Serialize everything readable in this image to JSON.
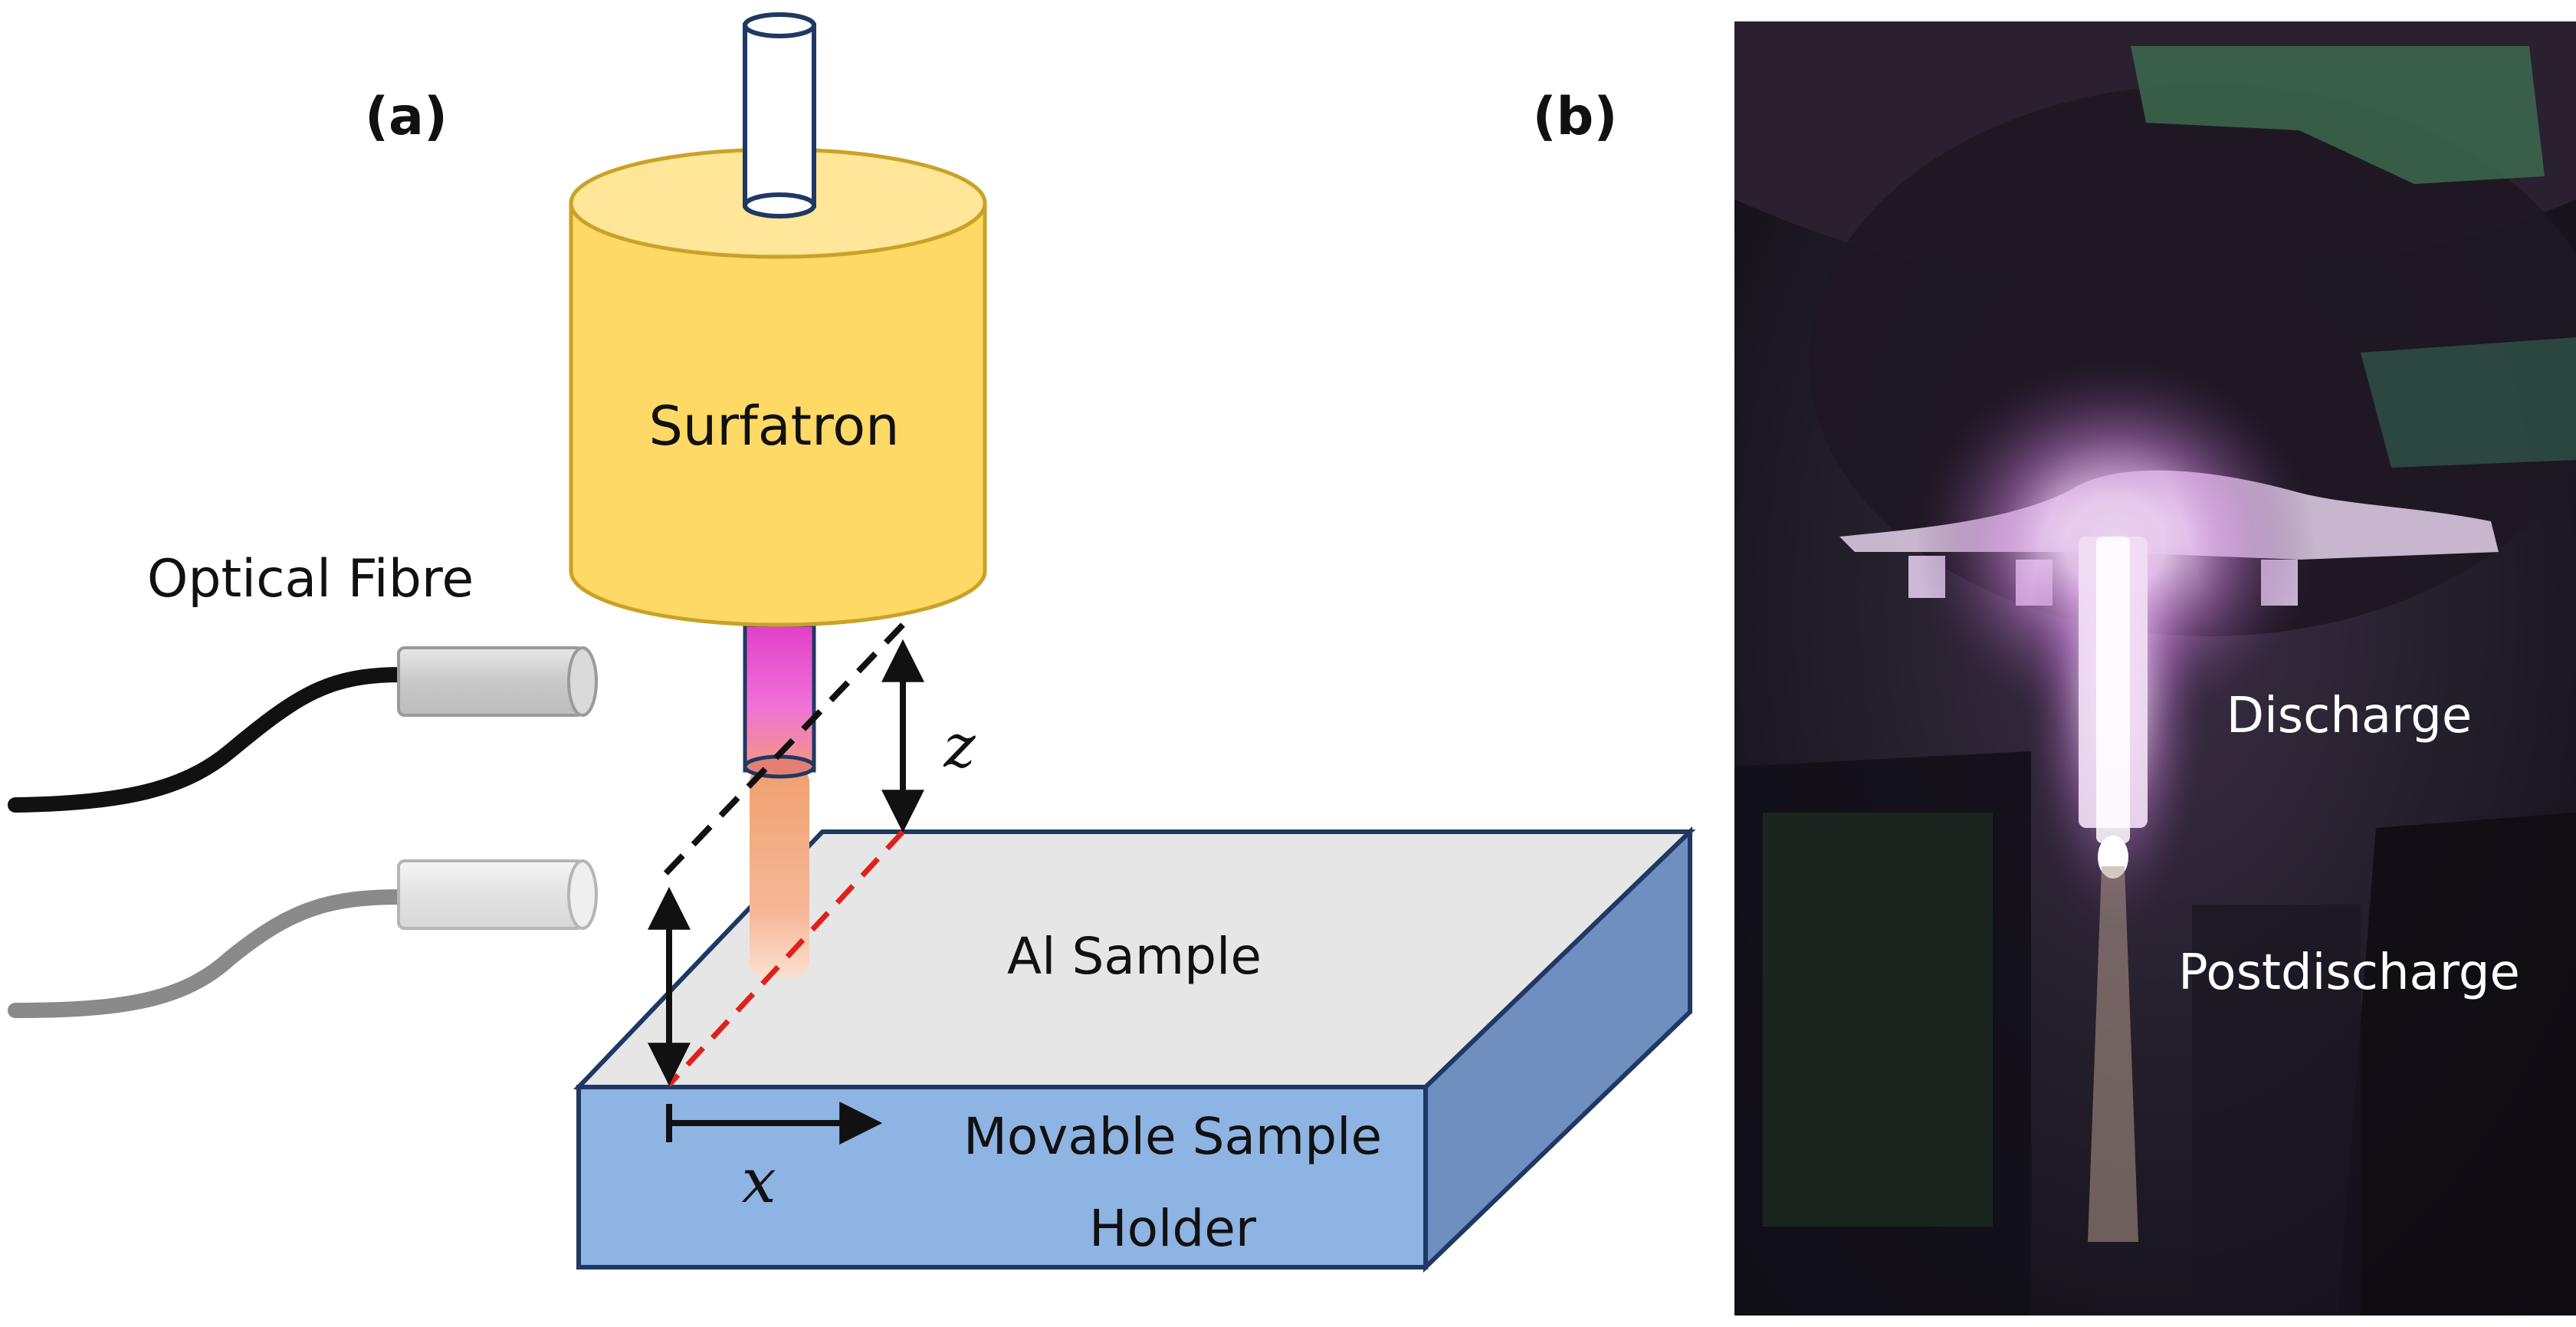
{
  "panel_a": {
    "label": "(a)",
    "surfatron_label": "Surfatron",
    "optical_fibre_label": "Optical Fibre",
    "sample_label": "Al Sample",
    "holder_label_line1": "Movable Sample",
    "holder_label_line2": "Holder",
    "z_symbol": "z",
    "x_symbol": "x"
  },
  "panel_b": {
    "label": "(b)",
    "discharge_label": "Discharge",
    "postdischarge_label": "Postdischarge"
  },
  "colors": {
    "surfatron_fill": "#FFD966",
    "surfatron_top": "#FFE699",
    "tube_stroke": "#1F3864",
    "holder_front": "#8EB4E3",
    "holder_side": "#6E8FBF",
    "sample_top": "#E6E6E6",
    "fibre_black": "#111111",
    "fibre_grey": "#8A8A8A",
    "dashed_red": "#E0201B",
    "plasma_pink": "#F25CD6",
    "postdischarge_orange": "#F4A582"
  }
}
